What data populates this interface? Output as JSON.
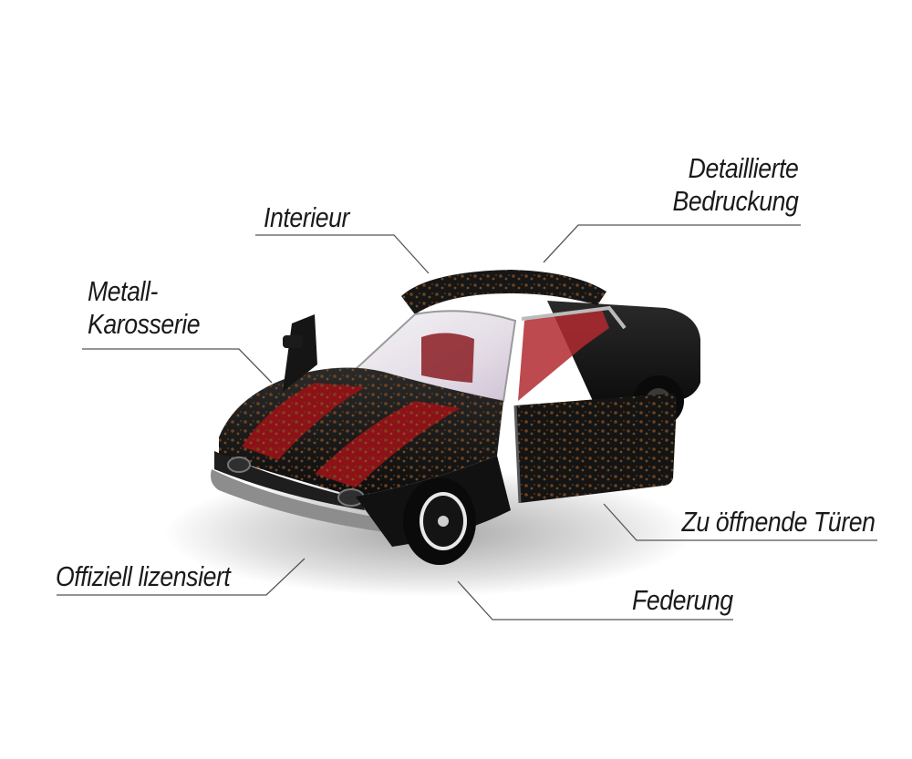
{
  "labels": {
    "interieur": "Interieur",
    "metall_line1": "Metall-",
    "metall_line2": "Karosserie",
    "detail_line1": "Detaillierte",
    "detail_line2": "Bedruckung",
    "tueren": "Zu öffnende Türen",
    "lizenz": "Offiziell lizensiert",
    "federung": "Federung"
  },
  "colors": {
    "body_paint": "#141414",
    "stripe": "#8c1218",
    "rust": "#7a4a22",
    "interior": "#8a1c22",
    "leader_line": "#555555",
    "text": "#1a1a1a"
  }
}
